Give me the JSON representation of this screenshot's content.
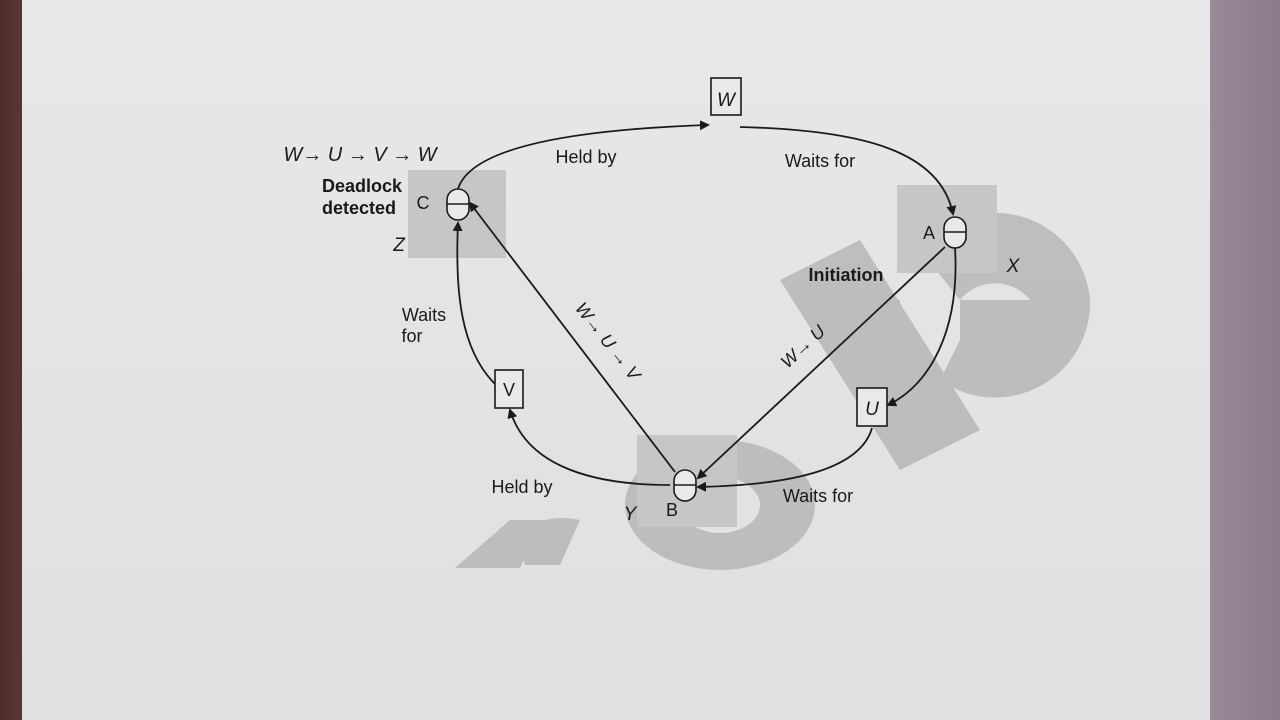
{
  "diagram": {
    "paths": {
      "top_left": "W→ U →  V → W",
      "cycle_diag": "W→ U → V",
      "initiation": "W→ U"
    },
    "nodes": {
      "a": "A",
      "b": "B",
      "c": "C"
    },
    "sites": {
      "x": "X",
      "y": "Y",
      "z": "Z"
    },
    "transactions": {
      "w": "W",
      "u": "U",
      "v": "V"
    },
    "edges": {
      "held_by_top": "Held by",
      "waits_for_top": "Waits for",
      "waits_for_left_1": "Waits",
      "waits_for_left_2": "for",
      "held_by_bottom": "Held by",
      "waits_for_bottom": "Waits for"
    },
    "annotations": {
      "deadlock_1": "Deadlock",
      "deadlock_2": "detected",
      "initiation": "Initiation"
    },
    "colors": {
      "ink": "#1a1a1a",
      "shade": "#c4c6c8",
      "watermark": "#9e9fa1"
    }
  }
}
